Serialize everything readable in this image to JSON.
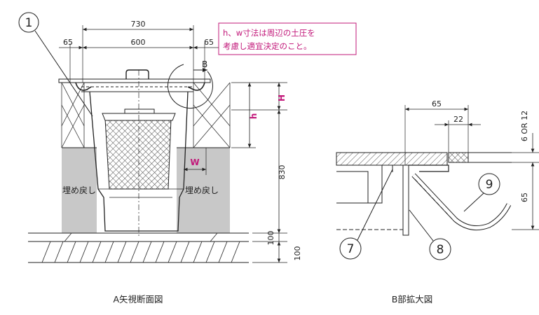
{
  "left_view": {
    "callout": "1",
    "dims": {
      "overall": "730",
      "inner": "600",
      "margin_left": "65",
      "margin_right": "65",
      "H": "H",
      "h": "h",
      "w": "W",
      "depth": "830",
      "base1": "100",
      "base2": "100"
    },
    "section_mark": "B",
    "backfill_left": "埋め戻し",
    "backfill_right": "埋め戻し",
    "note": [
      "h、w寸法は周辺の土圧を",
      "考慮し適宜決定のこと。"
    ],
    "caption": "A矢視断面図"
  },
  "right_view": {
    "dims": {
      "width": "65",
      "inner": "22",
      "thickness": "6 OR 12",
      "height": "65"
    },
    "callouts": [
      "7",
      "8",
      "9"
    ],
    "caption": "B部拡大図"
  },
  "colors": {
    "line": "#222222",
    "backfill": "#c8c8c8",
    "accent": "#c2187a"
  }
}
